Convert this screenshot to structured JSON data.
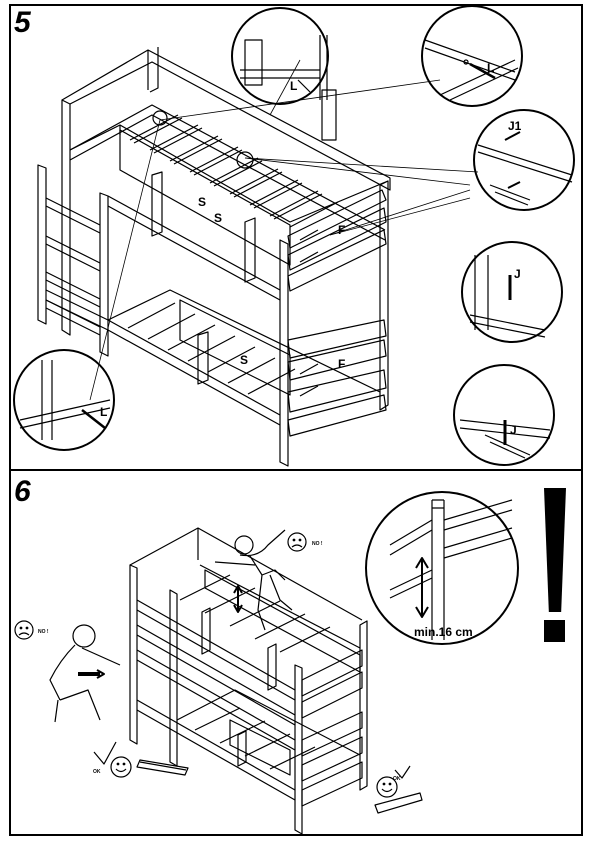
{
  "steps": [
    {
      "number": "5"
    },
    {
      "number": "6"
    }
  ],
  "step5": {
    "labels": {
      "L_top": "L",
      "L_right": "L",
      "L_bottom": "L",
      "J1": "J1",
      "J_upper": "J",
      "J_lower": "J",
      "S_upper_a": "S",
      "S_upper_b": "S",
      "S_lower": "S",
      "F_upper": "F",
      "F_lower": "F"
    }
  },
  "step6": {
    "no_label_top": "NO !",
    "no_label_left": "NO !",
    "ok_label_left": "OK",
    "ok_label_right": "OK",
    "min_distance": "min.16 cm"
  },
  "icons": [
    "sad-face-icon",
    "happy-face-icon",
    "exclamation-icon",
    "screw-icon",
    "magnifier-circle-icon"
  ]
}
